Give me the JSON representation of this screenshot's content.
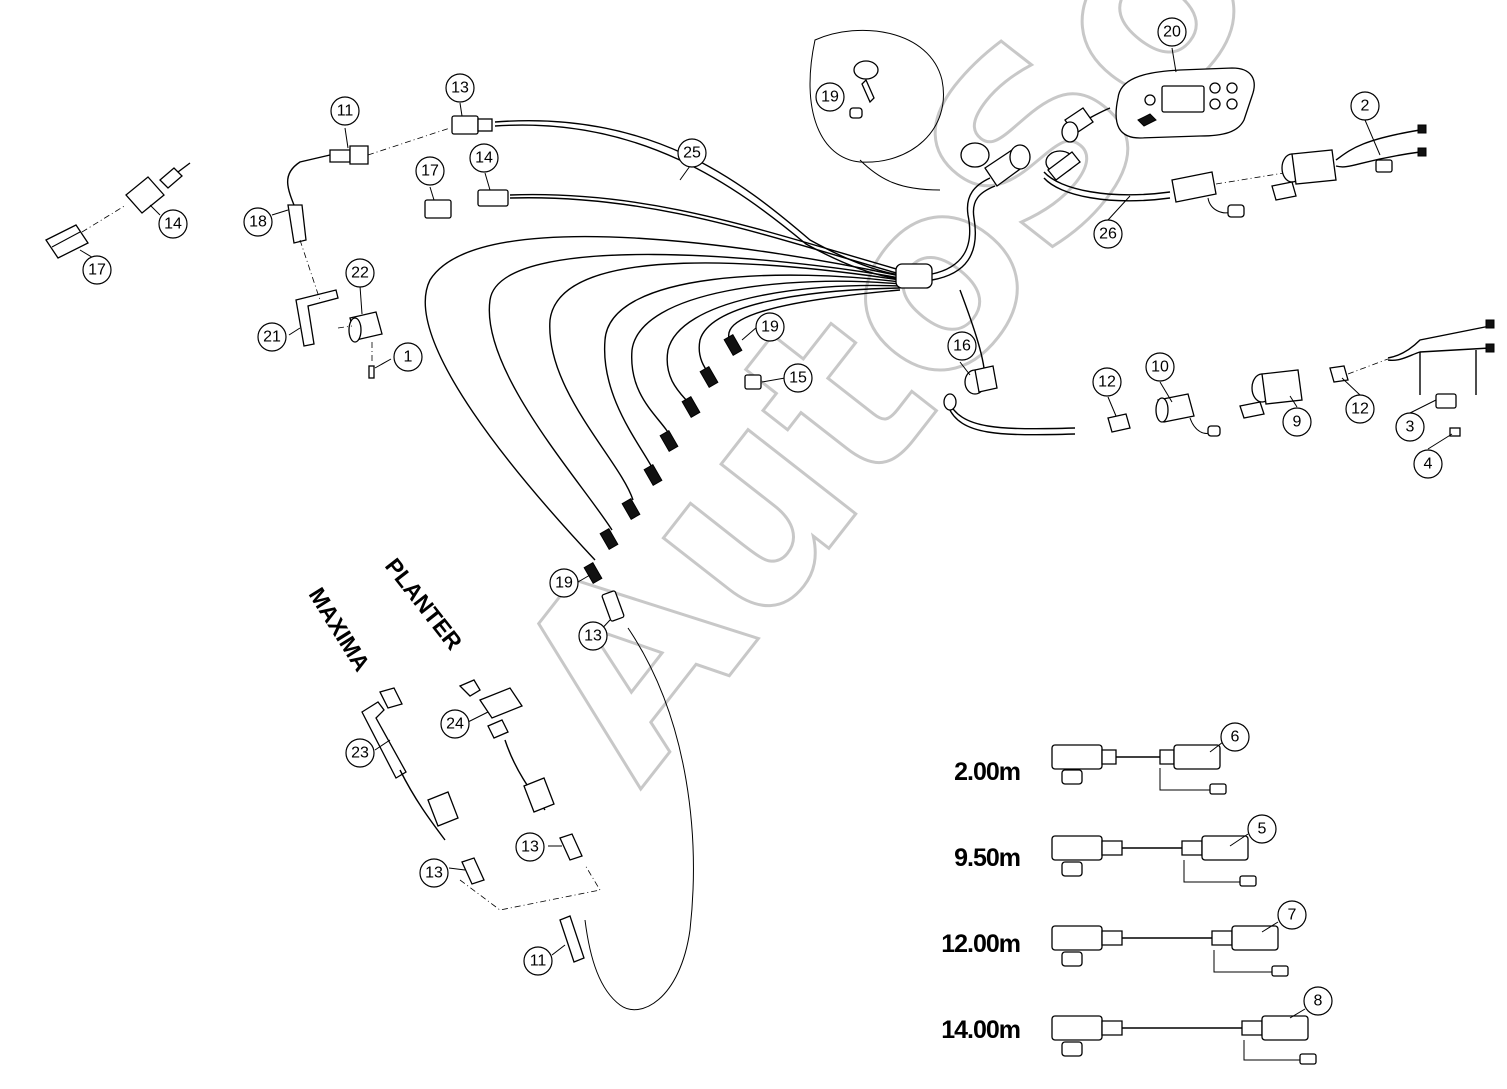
{
  "watermark": "AutoSoft",
  "variants": {
    "planter": "PLANTER",
    "maxima": "MAXIMA"
  },
  "lengths": [
    "2.00m",
    "9.50m",
    "12.00m",
    "14.00m"
  ],
  "callouts": [
    "1",
    "2",
    "3",
    "4",
    "5",
    "6",
    "7",
    "8",
    "9",
    "10",
    "11",
    "11",
    "12",
    "12",
    "13",
    "13",
    "13",
    "13",
    "13",
    "14",
    "14",
    "15",
    "16",
    "17",
    "17",
    "18",
    "19",
    "19",
    "19",
    "20",
    "21",
    "22",
    "23",
    "24",
    "25",
    "26"
  ]
}
